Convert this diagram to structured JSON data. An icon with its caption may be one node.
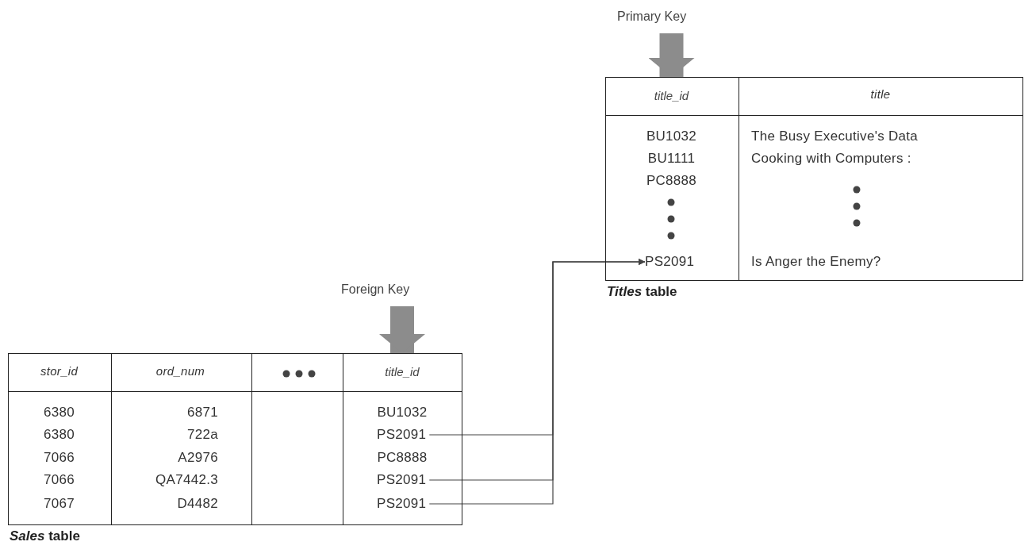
{
  "diagram": {
    "nodes": [
      {
        "text": [
          "Primary Key"
        ]
      },
      {
        "text": [
          "*Titles* table"
        ]
      },
      {
        "text": [
          "title_id"
        ],
        "in": 1
      },
      {
        "text": [
          "PS2091"
        ],
        "in": 1
      },
      {
        "text": [
          "Foreign Key"
        ]
      },
      {
        "text": [
          "*Sales* table"
        ]
      },
      {
        "text": [
          "title_id"
        ],
        "in": 5
      },
      {
        "text": [
          "PS2091"
        ],
        "in": 5
      },
      {
        "text": [
          "PS2091"
        ],
        "in": 5
      },
      {
        "text": [
          "PS2091"
        ],
        "in": 5
      }
    ],
    "edges": [
      {
        "from": 0,
        "to": 2,
        "arrow": "to",
        "style": "thick",
        "color": "#8c8c8c"
      },
      {
        "from": 4,
        "to": 6,
        "arrow": "to",
        "style": "thick",
        "color": "#8c8c8c"
      },
      {
        "from": 7,
        "to": 3,
        "arrow": "to"
      },
      {
        "from": 8,
        "to": 3,
        "arrow": "to"
      },
      {
        "from": 9,
        "to": 3,
        "arrow": "to"
      }
    ],
    "labels": [
      "title",
      "BU1032",
      "The Busy Executive's Data",
      "BU1111",
      "Cooking with Computers :",
      "PC8888",
      "Is Anger the Enemy?",
      "stor_id",
      "ord_num",
      "6380",
      "6871",
      "BU1032",
      "6380",
      "722a",
      "7066",
      "A2976",
      "PC8888",
      "7066",
      "QA7442.3",
      "7067",
      "D4482"
    ]
  }
}
